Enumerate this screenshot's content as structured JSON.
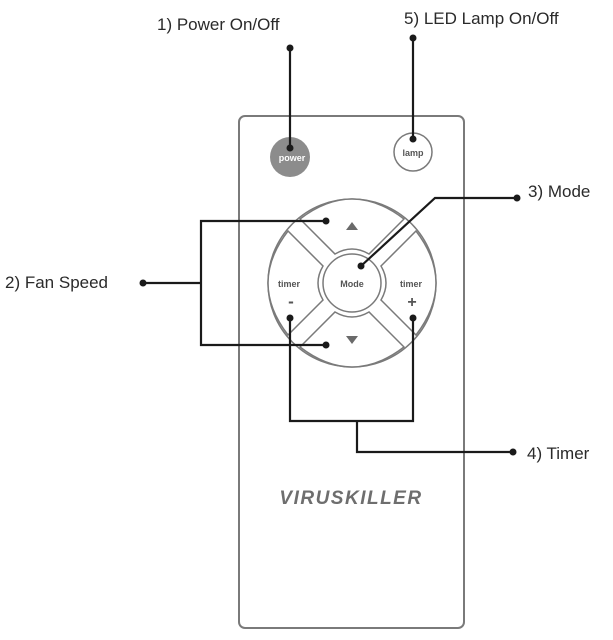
{
  "callouts": {
    "power": "1) Power On/Off",
    "fan_speed": "2) Fan Speed",
    "mode": "3) Mode",
    "timer": "4) Timer",
    "led_lamp": "5) LED Lamp On/Off"
  },
  "remote": {
    "power_button": "power",
    "lamp_button": "lamp",
    "mode_button": "Mode",
    "timer_minus_label": "timer",
    "timer_minus_symbol": "-",
    "timer_plus_label": "timer",
    "timer_plus_symbol": "+",
    "brand": "VIRUSKILLER"
  },
  "icons": {
    "fan_up": "triangle-up-icon",
    "fan_down": "triangle-down-icon"
  },
  "colors": {
    "power_button_fill": "#8c8c8c",
    "remote_outline": "#7a7a7a",
    "leader_lines": "#1a1a1a"
  }
}
